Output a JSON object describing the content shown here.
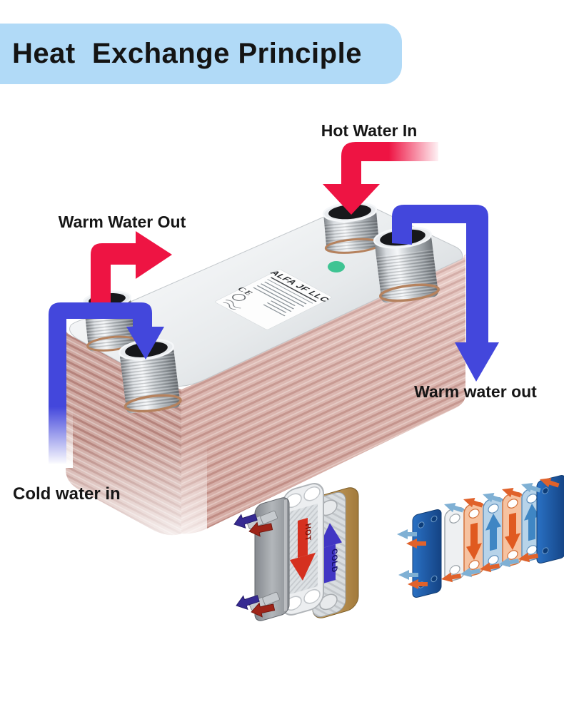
{
  "title": {
    "text": "Heat  Exchange Principle"
  },
  "diagram": {
    "labels": {
      "hot_in": "Hot Water In",
      "warm_out_left": "Warm Water Out",
      "warm_out_right": "Warm water out",
      "cold_in": "Cold water in"
    }
  },
  "device": {
    "brand": "ALFA JF LLC",
    "ce": "CE"
  },
  "exploded": {
    "hot": "HOT",
    "cold": "COLD"
  },
  "colors": {
    "banner_blue": "#b1daf7",
    "hot_red": "#ee1443",
    "cold_blue": "#4347dc",
    "copper_body": "#dcb3ac",
    "copper_stripe": "#c18c84",
    "plate_silver": "#e9eced",
    "green_dot": "#3fc493",
    "diagram_end_plate_blue": "#1d61b2",
    "diagram_orange": "#e0622b",
    "diagram_light_blue": "#7fb0d4",
    "exploded_hot_arrow": "#d5301f",
    "exploded_cold_arrow": "#4136c4",
    "back_cover_tan": "#c09a58"
  }
}
